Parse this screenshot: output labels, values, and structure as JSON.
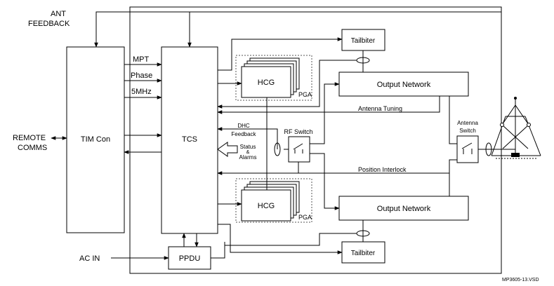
{
  "labels": {
    "ant_feedback_1": "ANT",
    "ant_feedback_2": "FEEDBACK",
    "remote_comms_1": "REMOTE",
    "remote_comms_2": "COMMS",
    "tim_con": "TIM Con",
    "tcs": "TCS",
    "mpt": "MPT",
    "phase": "Phase",
    "mhz": "5MHz",
    "ac_in": "AC IN",
    "ppdu": "PPDU",
    "tailbiter_top": "Tailbiter",
    "tailbiter_bottom": "Tailbiter",
    "hcg_top": "HCG",
    "hcg_bottom": "HCG",
    "pga_top": "PGA",
    "pga_bottom": "PGA",
    "output_network_top": "Output Network",
    "output_network_bottom": "Output Network",
    "antenna_tuning": "Antenna Tuning",
    "dhc_feedback_1": "DHC",
    "dhc_feedback_2": "Feedback",
    "status_1": "Status",
    "status_2": "&",
    "status_3": "Alarms",
    "rf_switch": "RF Switch",
    "antenna_switch_1": "Antenna",
    "antenna_switch_2": "Switch",
    "position_interlock": "Position Interlock",
    "doc_id": "MP3605-13.VSD"
  }
}
